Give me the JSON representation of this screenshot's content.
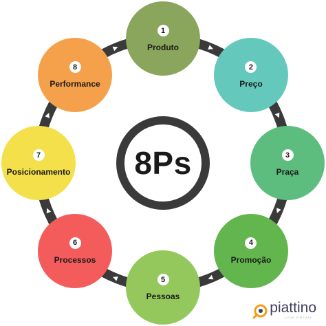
{
  "center": {
    "title": "8Ps"
  },
  "colors": {
    "ring": "#3a3a3a",
    "arrow": "#ffffff",
    "logo_accent": "#f39c12",
    "logo_text": "#3d3d5c"
  },
  "items": [
    {
      "number": "1",
      "label": "Produto",
      "color": "#8aa55c"
    },
    {
      "number": "2",
      "label": "Preço",
      "color": "#64c8bc"
    },
    {
      "number": "3",
      "label": "Praça",
      "color": "#5cbd7e"
    },
    {
      "number": "4",
      "label": "Promoção",
      "color": "#63b64d"
    },
    {
      "number": "5",
      "label": "Pessoas",
      "color": "#95c85c"
    },
    {
      "number": "6",
      "label": "Processos",
      "color": "#f45b5b"
    },
    {
      "number": "7",
      "label": "Posicionamento",
      "color": "#f3e04a"
    },
    {
      "number": "8",
      "label": "Performance",
      "color": "#f5a14b"
    }
  ],
  "brand": {
    "name": "piattino",
    "tagline": "LOJA VIRTUAL"
  }
}
